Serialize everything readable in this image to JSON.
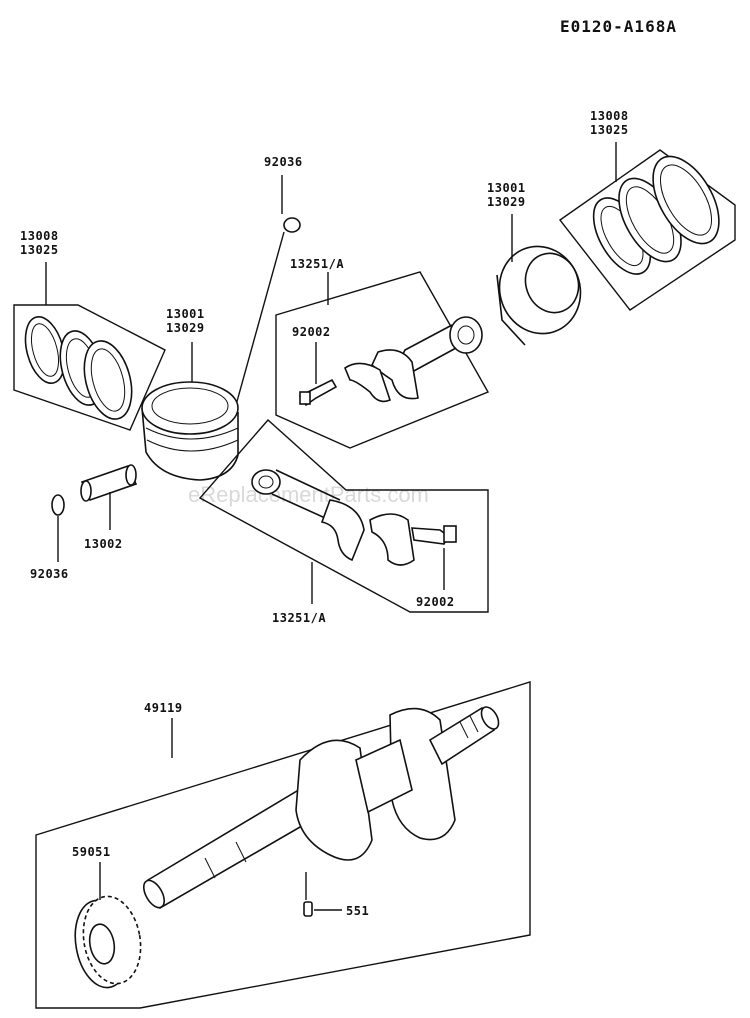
{
  "diagram_code": "E0120-A168A",
  "watermark": "eReplacementParts.com",
  "labels": {
    "snap_ring_top": "92036",
    "rings_right_a": "13008",
    "rings_right_b": "13025",
    "piston_right_a": "13001",
    "piston_right_b": "13029",
    "rings_left_a": "13008",
    "rings_left_b": "13025",
    "conrod_upper": "13251/A",
    "piston_left_a": "13001",
    "piston_left_b": "13029",
    "bolt_upper": "92002",
    "pin": "13002",
    "snap_ring_left": "92036",
    "bolt_lower": "92002",
    "conrod_lower": "13251/A",
    "crankshaft": "49119",
    "gear": "59051",
    "key": "551"
  }
}
